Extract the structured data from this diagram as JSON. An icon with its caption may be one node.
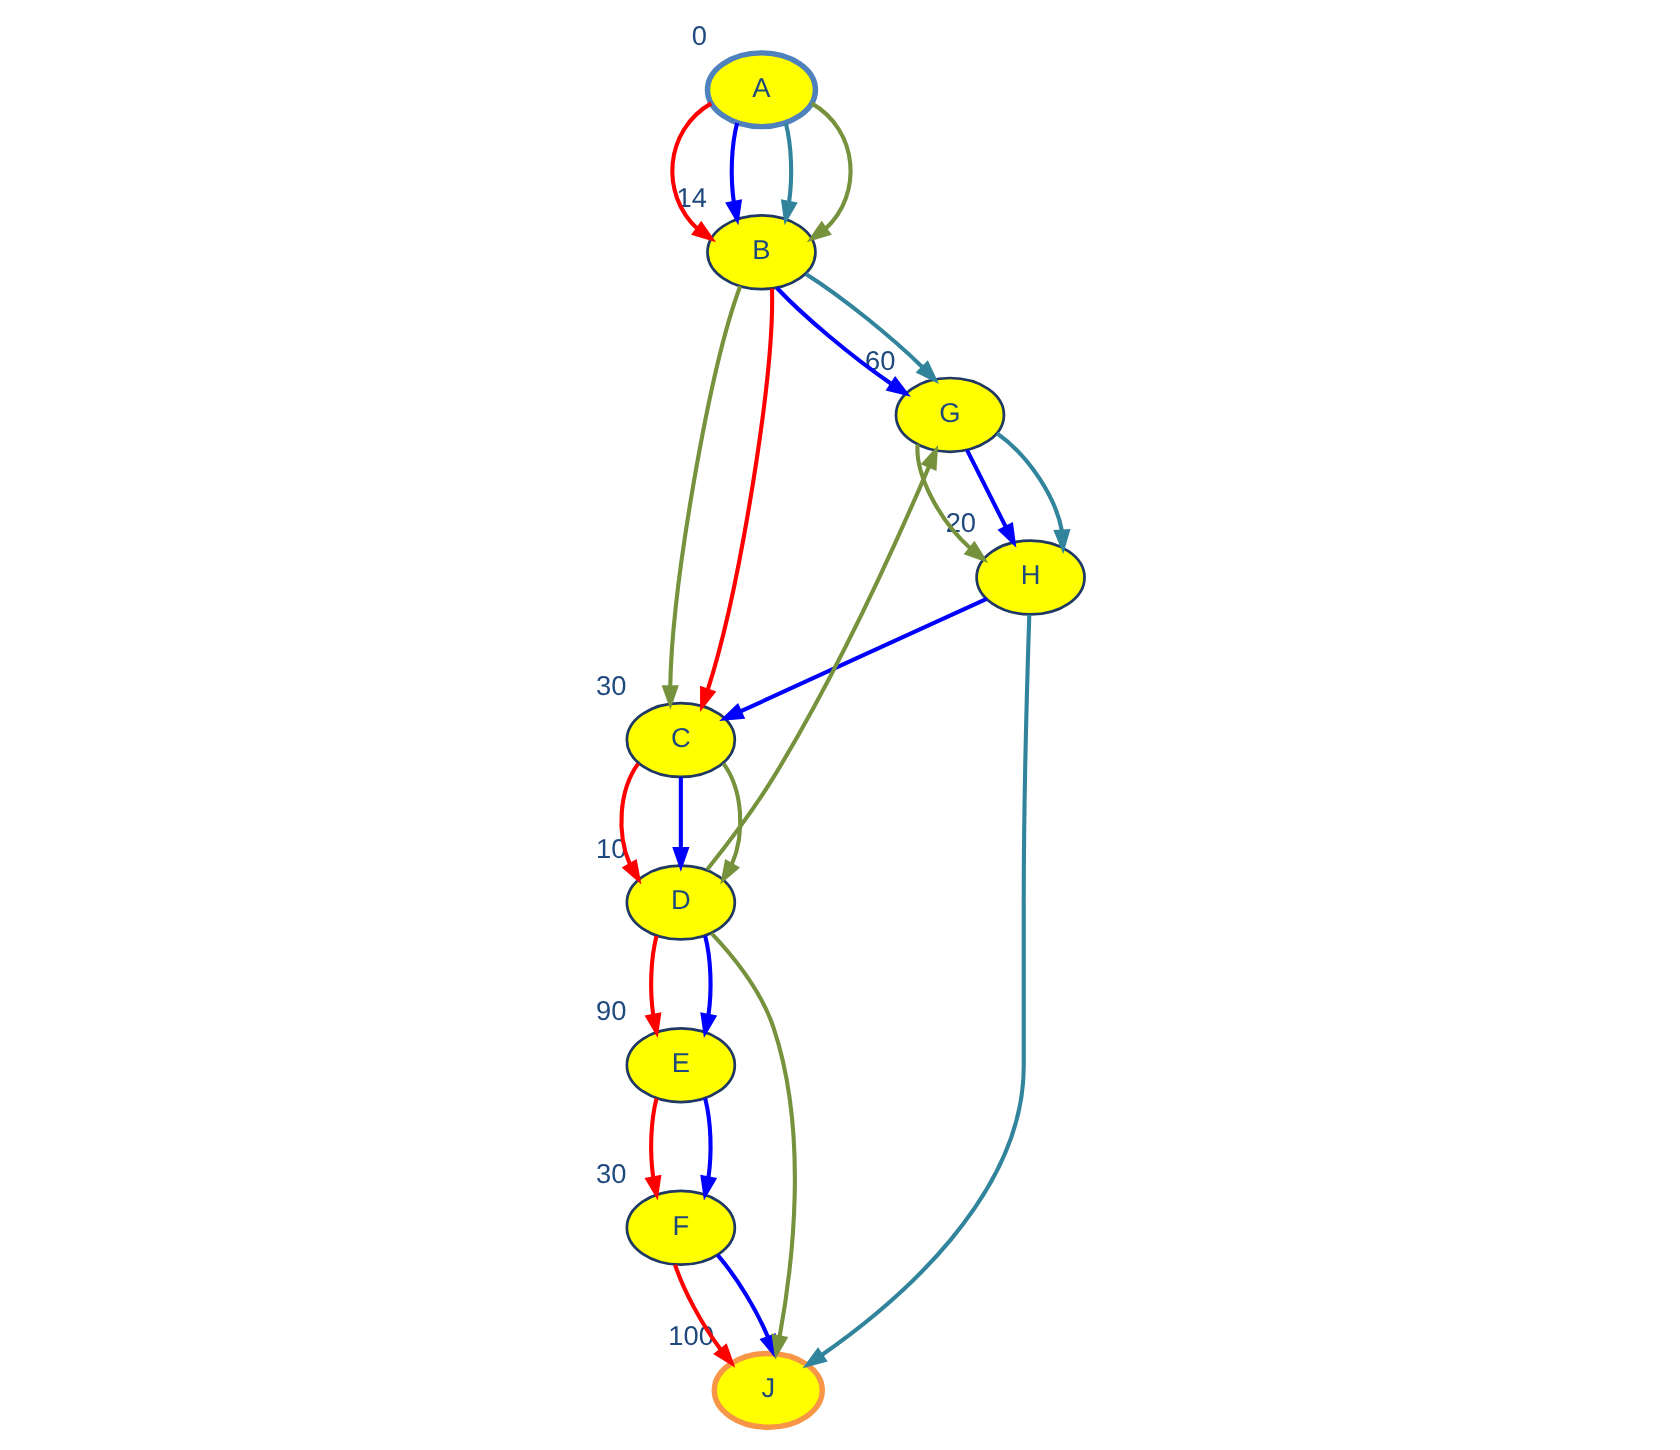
{
  "diagram": {
    "nodes": [
      {
        "text": [
          "A"
        ],
        "beside": [
          "0"
        ]
      },
      {
        "text": [
          "J"
        ],
        "beside": [
          "100"
        ]
      },
      {
        "text": [
          "G"
        ],
        "beside": [
          "60"
        ]
      },
      {
        "text": [
          "B"
        ],
        "beside": [
          "14"
        ]
      },
      {
        "text": [
          "F"
        ],
        "beside": [
          "30"
        ]
      },
      {
        "text": [
          "H"
        ],
        "beside": [
          "20"
        ]
      },
      {
        "text": [
          "E"
        ],
        "beside": [
          "90"
        ]
      },
      {
        "text": [
          "D"
        ],
        "beside": [
          "10"
        ]
      },
      {
        "text": [
          "C"
        ],
        "beside": [
          "30"
        ]
      }
    ],
    "edges": [
      {
        "from": 0,
        "to": 3,
        "arrow": "to",
        "color": "#ff0000"
      },
      {
        "from": 0,
        "to": 3,
        "arrow": "to",
        "color": "#0000ff"
      },
      {
        "from": 0,
        "to": 3,
        "arrow": "to",
        "color": "#31849b"
      },
      {
        "from": 0,
        "to": 3,
        "arrow": "to",
        "color": "#76923c"
      },
      {
        "from": 3,
        "to": 2,
        "arrow": "to",
        "color": "#0000ff"
      },
      {
        "from": 3,
        "to": 2,
        "arrow": "to",
        "color": "#31849b"
      },
      {
        "from": 3,
        "to": 8,
        "arrow": "to",
        "color": "#76923c"
      },
      {
        "from": 3,
        "to": 8,
        "arrow": "to",
        "color": "#ff0000"
      },
      {
        "from": 2,
        "to": 5,
        "arrow": "to",
        "color": "#76923c"
      },
      {
        "from": 2,
        "to": 5,
        "arrow": "to",
        "color": "#0000ff"
      },
      {
        "from": 2,
        "to": 5,
        "arrow": "to",
        "color": "#31849b"
      },
      {
        "from": 5,
        "to": 8,
        "arrow": "to",
        "color": "#0000ff"
      },
      {
        "from": 5,
        "to": 1,
        "arrow": "to",
        "color": "#31849b"
      },
      {
        "from": 8,
        "to": 7,
        "arrow": "to",
        "color": "#ff0000"
      },
      {
        "from": 8,
        "to": 7,
        "arrow": "to",
        "color": "#0000ff"
      },
      {
        "from": 8,
        "to": 7,
        "arrow": "to",
        "color": "#76923c"
      },
      {
        "from": 7,
        "to": 2,
        "arrow": "to",
        "color": "#76923c"
      },
      {
        "from": 7,
        "to": 1,
        "arrow": "to",
        "color": "#76923c"
      },
      {
        "from": 7,
        "to": 6,
        "arrow": "to",
        "color": "#ff0000"
      },
      {
        "from": 7,
        "to": 6,
        "arrow": "to",
        "color": "#0000ff"
      },
      {
        "from": 6,
        "to": 4,
        "arrow": "to",
        "color": "#ff0000"
      },
      {
        "from": 6,
        "to": 4,
        "arrow": "to",
        "color": "#0000ff"
      },
      {
        "from": 4,
        "to": 1,
        "arrow": "to",
        "color": "#ff0000"
      },
      {
        "from": 4,
        "to": 1,
        "arrow": "to",
        "color": "#0000ff"
      }
    ]
  }
}
